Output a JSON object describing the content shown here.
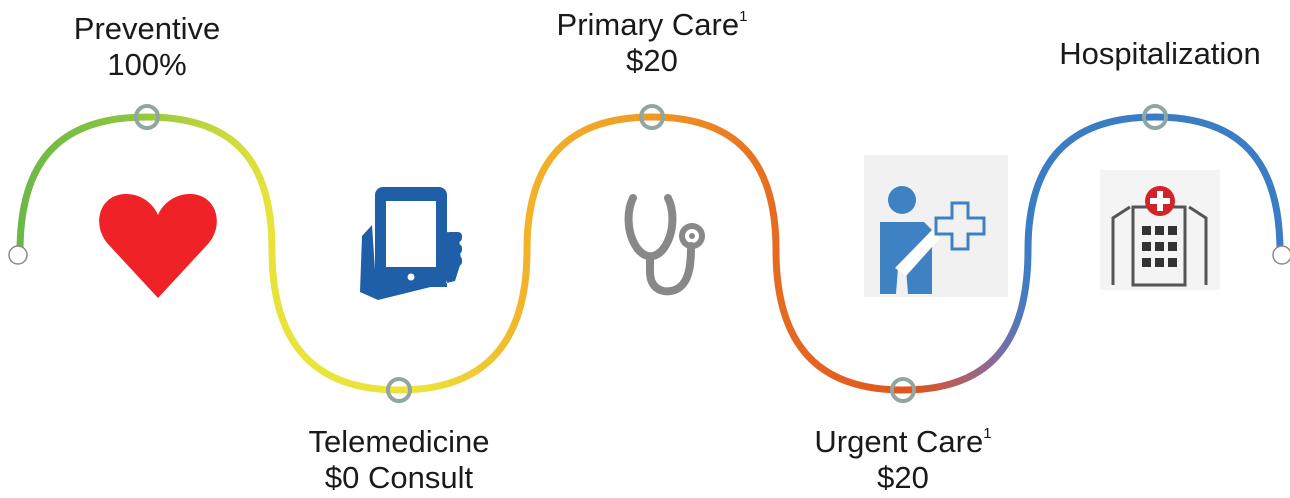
{
  "stages": [
    {
      "key": "preventive",
      "title": "Preventive",
      "sup": "",
      "value": "100%",
      "icon": "heart-icon"
    },
    {
      "key": "telemedicine",
      "title": "Telemedicine",
      "sup": "",
      "value": "$0 Consult",
      "icon": "tablet-in-hand-icon"
    },
    {
      "key": "primary-care",
      "title": "Primary Care",
      "sup": "1",
      "value": "$20",
      "icon": "stethoscope-icon"
    },
    {
      "key": "urgent-care",
      "title": "Urgent Care",
      "sup": "1",
      "value": "$20",
      "icon": "injured-person-cross-icon"
    },
    {
      "key": "hospitalization",
      "title": "Hospitalization",
      "sup": "",
      "value": "",
      "icon": "hospital-icon"
    }
  ],
  "colors": {
    "green": "#6cb846",
    "yellow": "#e8e33a",
    "orange": "#f0a323",
    "red_orange": "#e0521f",
    "blue": "#3a7dc4",
    "heart": "#ee2227",
    "tablet": "#1f5fa8",
    "stethoscope": "#888888",
    "person": "#3f82c4",
    "hospital_cross": "#d2232a"
  }
}
